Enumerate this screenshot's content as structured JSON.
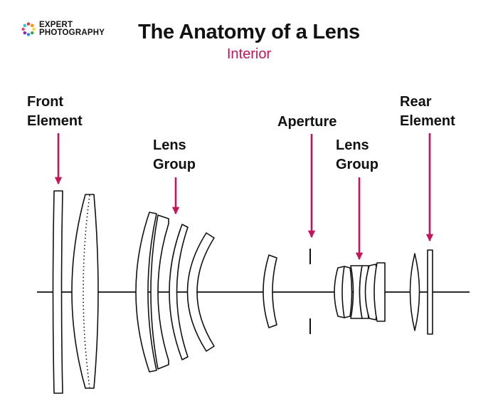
{
  "brand": {
    "line1": "EXPERT",
    "line2": "PHOTOGRAPHY",
    "dot_colors": [
      "#e53935",
      "#fb8c00",
      "#fdd835",
      "#43a047",
      "#1e88e5",
      "#8e24aa",
      "#ec407a",
      "#26c6da"
    ]
  },
  "header": {
    "title": "The Anatomy of a Lens",
    "subtitle": "Interior"
  },
  "labels": {
    "front_element": [
      "Front",
      "Element"
    ],
    "lens_group_1": [
      "Lens",
      "Group"
    ],
    "aperture": [
      "Aperture"
    ],
    "lens_group_2": [
      "Lens",
      "Group"
    ],
    "rear_element": [
      "Rear",
      "Element"
    ]
  },
  "colors": {
    "accent": "#c4145a",
    "ink": "#111111"
  }
}
